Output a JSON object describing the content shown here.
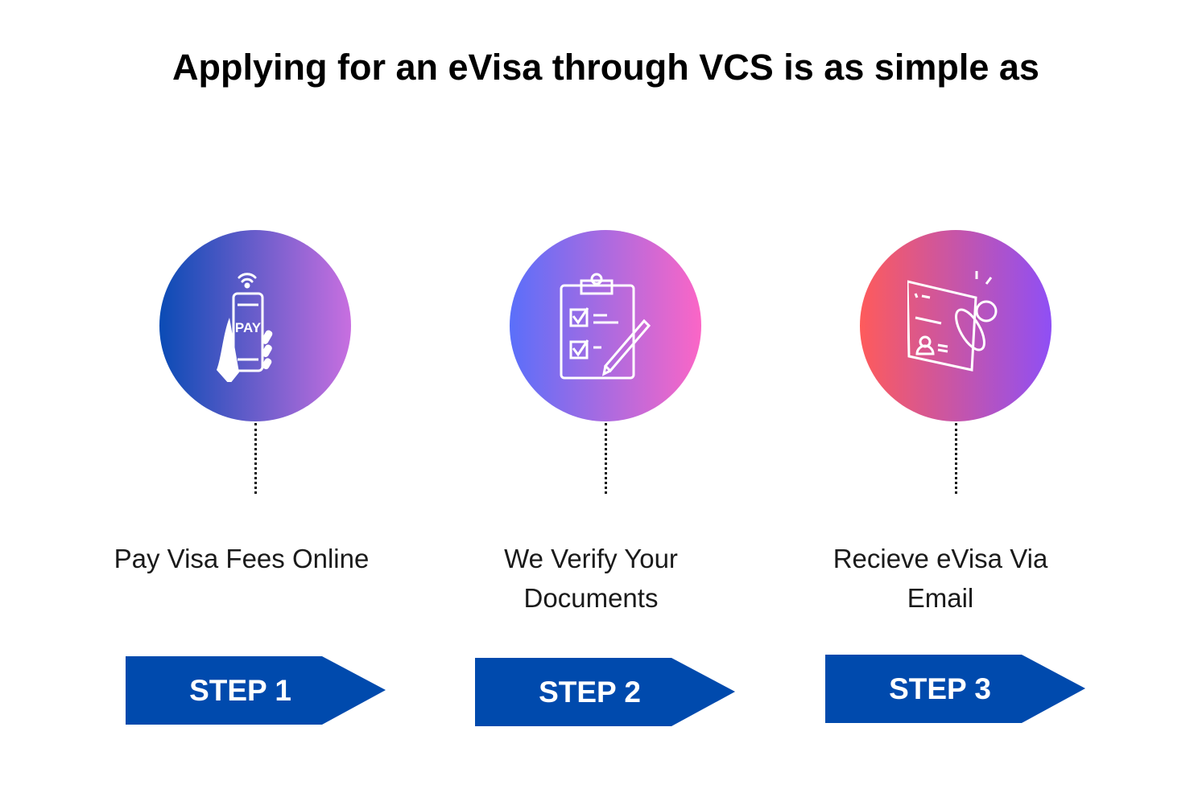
{
  "title": "Applying for an eVisa through VCS is as simple as",
  "steps": [
    {
      "label": "Pay Visa Fees Online",
      "step": "STEP 1",
      "icon": "phone-pay-icon",
      "pay_text": "PAY",
      "gradient": [
        "#0a4bb5",
        "#c86fe0"
      ]
    },
    {
      "label": "We Verify Your Documents",
      "step": "STEP 2",
      "icon": "clipboard-checklist-icon",
      "gradient": [
        "#5a6ffa",
        "#fb66c6"
      ]
    },
    {
      "label": "Recieve eVisa Via Email",
      "step": "STEP 3",
      "icon": "passport-stamp-icon",
      "gradient": [
        "#fe5b5b",
        "#8f4ff5"
      ]
    }
  ],
  "colors": {
    "arrow": "#004aad"
  }
}
